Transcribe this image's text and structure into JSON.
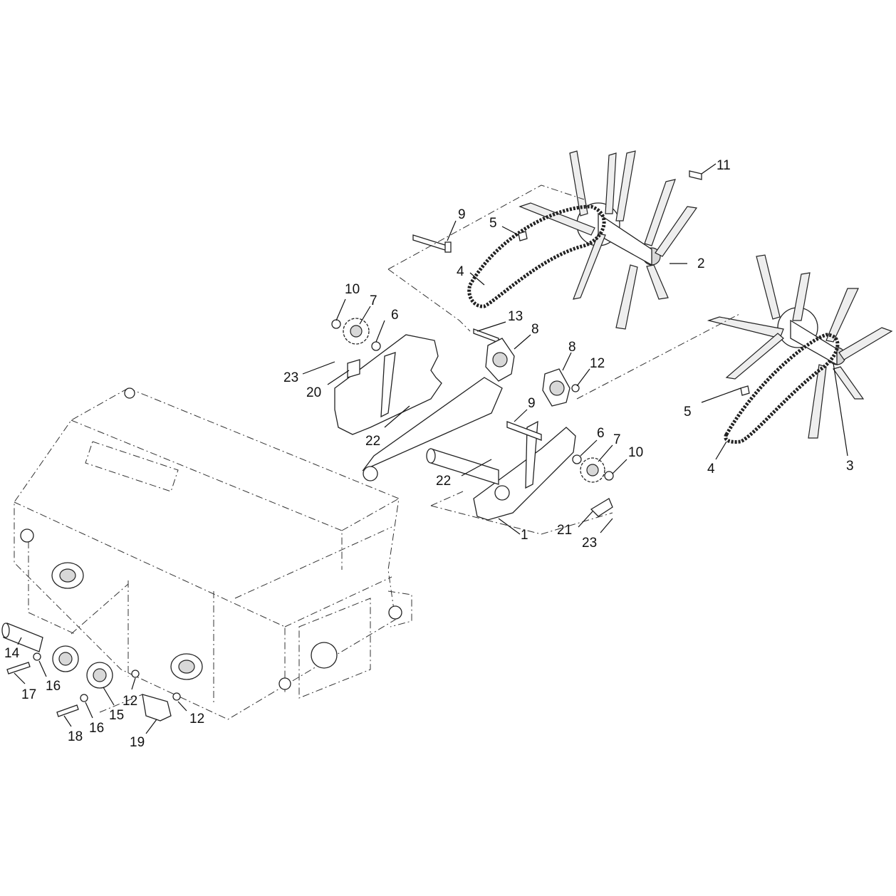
{
  "callouts": [
    {
      "label": "1"
    },
    {
      "label": "2"
    },
    {
      "label": "3"
    },
    {
      "label": "4"
    },
    {
      "label": "4"
    },
    {
      "label": "5"
    },
    {
      "label": "5"
    },
    {
      "label": "6"
    },
    {
      "label": "6"
    },
    {
      "label": "7"
    },
    {
      "label": "7"
    },
    {
      "label": "8"
    },
    {
      "label": "8"
    },
    {
      "label": "9"
    },
    {
      "label": "9"
    },
    {
      "label": "10"
    },
    {
      "label": "10"
    },
    {
      "label": "11"
    },
    {
      "label": "12"
    },
    {
      "label": "12"
    },
    {
      "label": "12"
    },
    {
      "label": "13"
    },
    {
      "label": "14"
    },
    {
      "label": "15"
    },
    {
      "label": "16"
    },
    {
      "label": "16"
    },
    {
      "label": "17"
    },
    {
      "label": "18"
    },
    {
      "label": "19"
    },
    {
      "label": "20"
    },
    {
      "label": "21"
    },
    {
      "label": "22"
    },
    {
      "label": "22"
    },
    {
      "label": "23"
    },
    {
      "label": "23"
    }
  ]
}
